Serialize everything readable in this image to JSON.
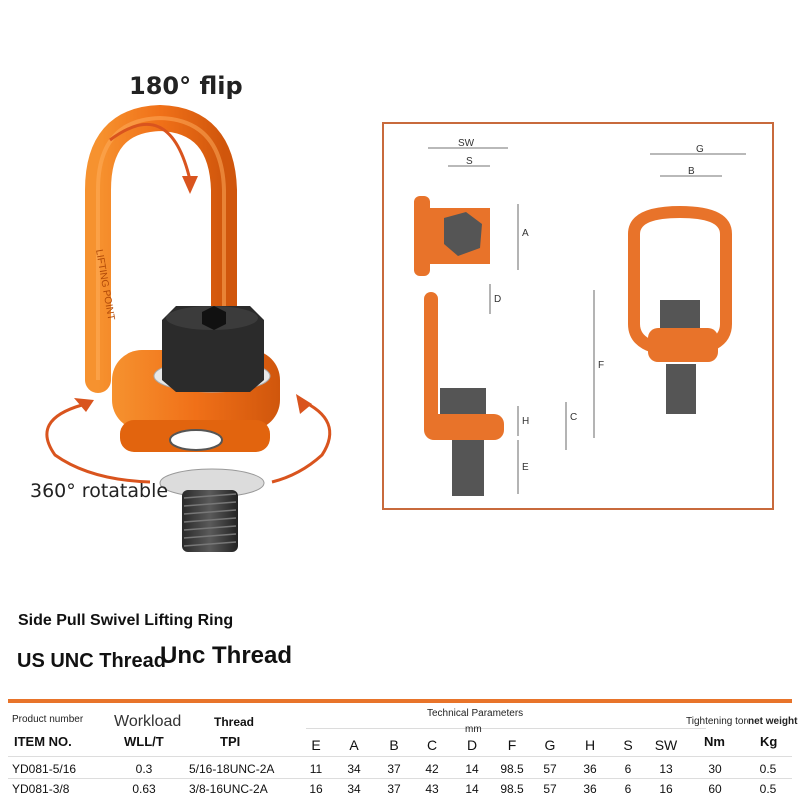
{
  "captions": {
    "flip": "180° flip",
    "rotate": "360° rotatable",
    "ring_marking": "LIFTING POINT"
  },
  "diagram": {
    "labels": [
      "SW",
      "S",
      "A",
      "D",
      "F",
      "C",
      "H",
      "E",
      "G",
      "B"
    ]
  },
  "product": {
    "subtitle": "Side Pull Swivel Lifting Ring",
    "thread_label": "US UNC Thread",
    "thread_title": "Unc Thread"
  },
  "table": {
    "headers": {
      "product_number": "Product number",
      "item_no": "ITEM NO.",
      "workload": "Workload",
      "wll": "WLL/T",
      "thread": "Thread",
      "tpi": "TPI",
      "technical_parameters": "Technical Parameters",
      "unit": "mm",
      "tightening_torque": "Tightening torque",
      "net_weight": "net weight",
      "nm": "Nm",
      "kg": "Kg"
    },
    "param_columns": [
      "E",
      "A",
      "B",
      "C",
      "D",
      "F",
      "G",
      "H",
      "S",
      "SW"
    ],
    "rows": [
      {
        "item": "YD081-5/16",
        "wll": "0.3",
        "tpi": "5/16-18UNC-2A",
        "params": [
          "11",
          "34",
          "37",
          "42",
          "14",
          "98.5",
          "57",
          "36",
          "6",
          "13"
        ],
        "nm": "30",
        "kg": "0.5"
      },
      {
        "item": "YD081-3/8",
        "wll": "0.63",
        "tpi": "3/8-16UNC-2A",
        "params": [
          "16",
          "34",
          "37",
          "43",
          "14",
          "98.5",
          "57",
          "36",
          "6",
          "16"
        ],
        "nm": "60",
        "kg": "0.5"
      }
    ]
  },
  "colors": {
    "orange": "#f07820",
    "orange_dark": "#c85a10",
    "arrow": "#d9541e",
    "rule": "#e8742a"
  }
}
